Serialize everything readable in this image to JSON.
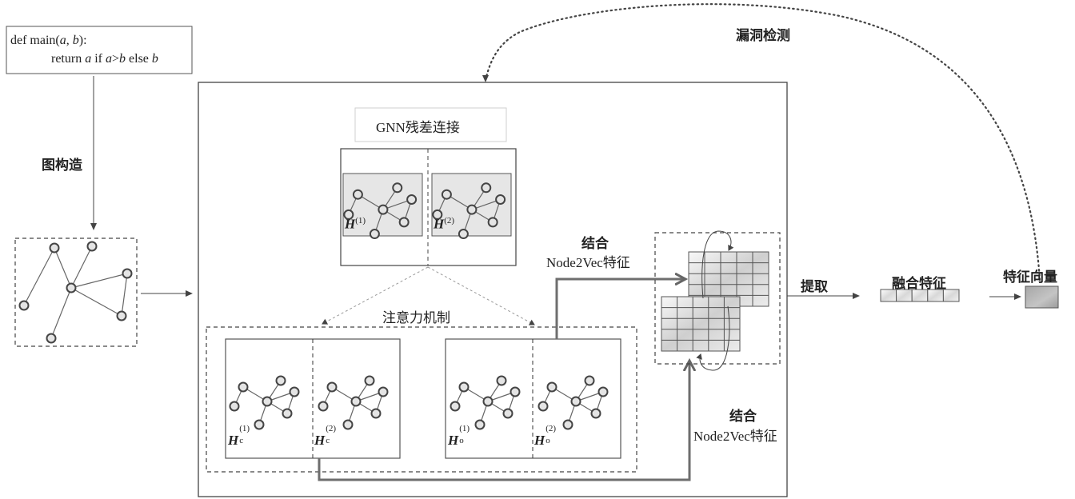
{
  "code_box": {
    "line1_prefix": "def main(",
    "line1_arg1": "a",
    "line1_sep": ", ",
    "line1_arg2": "b",
    "line1_suffix": "):",
    "line2_kw": "return ",
    "line2_a": "a",
    "line2_if": " if ",
    "line2_cond_a": "a",
    "line2_gt": ">",
    "line2_cond_b": "b",
    "line2_else": " else ",
    "line2_b": "b"
  },
  "labels": {
    "graph_construction": "图构造",
    "gnn_residual": "GNN残差连接",
    "attention": "注意力机制",
    "combine_top_1": "结合",
    "combine_top_2": "Node2Vec特征",
    "combine_bottom_1": "结合",
    "combine_bottom_2": "Node2Vec特征",
    "extract": "提取",
    "fused_features": "融合特征",
    "feature_vector": "特征向量",
    "vuln_detection": "漏洞检测"
  },
  "h_labels": {
    "h1": {
      "base": "H",
      "sup": "(1)",
      "sub": ""
    },
    "h2": {
      "base": "H",
      "sup": "(2)",
      "sub": ""
    },
    "hc1": {
      "base": "H",
      "sup": "(1)",
      "sub": "c"
    },
    "hc2": {
      "base": "H",
      "sup": "(2)",
      "sub": "c"
    },
    "ho1": {
      "base": "H",
      "sup": "(1)",
      "sub": "o"
    },
    "ho2": {
      "base": "H",
      "sup": "(2)",
      "sub": "o"
    }
  },
  "fused_feature_cells": 5,
  "matrix": {
    "rows": 5,
    "cols": 5
  },
  "colors": {
    "line": "#555555",
    "node_fill": "#e4e4e4",
    "node_stroke": "#444444",
    "panel_fill": "#e6e6e6",
    "thick_arrow": "#6e6e6e",
    "vector_fill": "#b0b0b0"
  }
}
